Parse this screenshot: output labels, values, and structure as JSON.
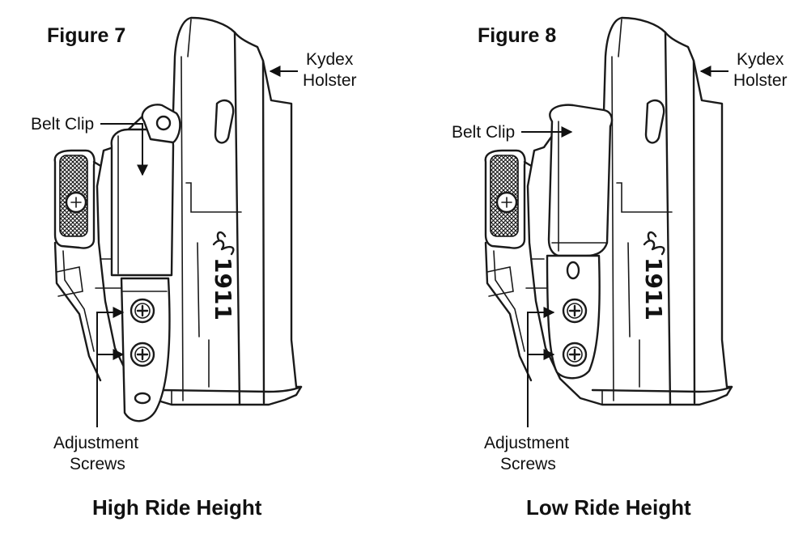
{
  "figures": [
    {
      "id": "figure-7",
      "figure_label": "Figure 7",
      "labels": {
        "kydex_line1": "Kydex",
        "kydex_line2": "Holster",
        "belt_clip": "Belt Clip",
        "adjust_line1": "Adjustment",
        "adjust_line2": "Screws"
      },
      "holster_mark": "1911",
      "caption": "High Ride Height",
      "clip_position": "high"
    },
    {
      "id": "figure-8",
      "figure_label": "Figure 8",
      "labels": {
        "kydex_line1": "Kydex",
        "kydex_line2": "Holster",
        "belt_clip": "Belt Clip",
        "adjust_line1": "Adjustment",
        "adjust_line2": "Screws"
      },
      "holster_mark": "1911",
      "caption": "Low Ride Height",
      "clip_position": "low"
    }
  ],
  "colors": {
    "line": "#1a1a1a",
    "background": "#ffffff"
  }
}
